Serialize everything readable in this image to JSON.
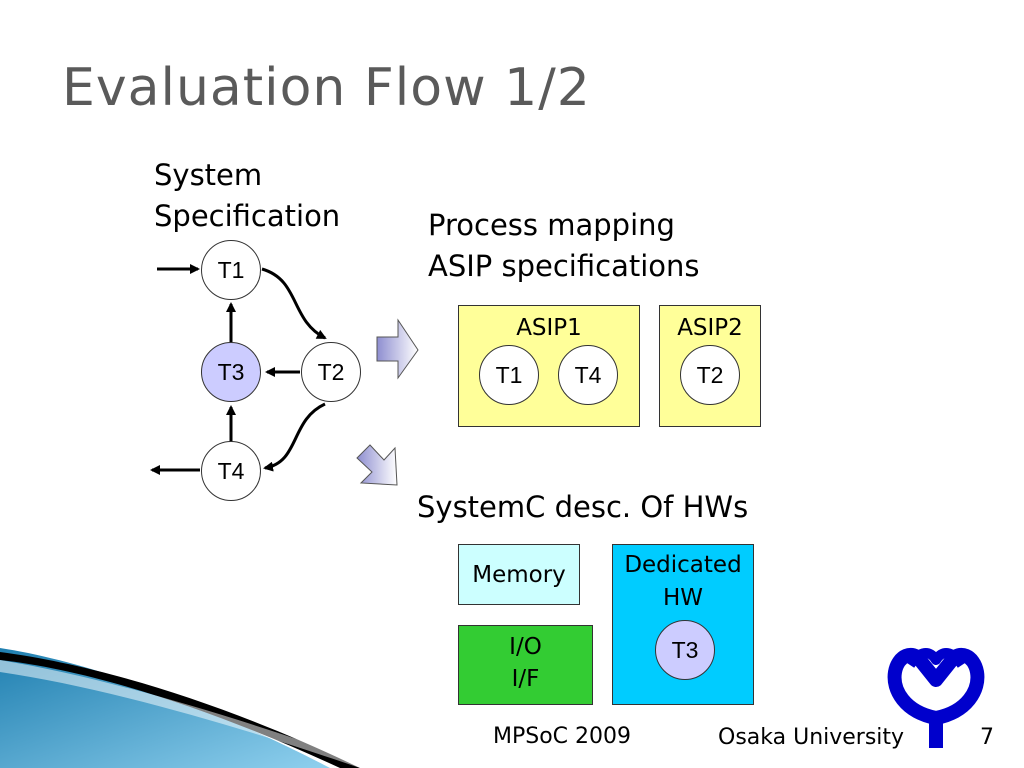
{
  "slide": {
    "title": "Evaluation Flow 1/2",
    "footer_left": "MPSoC 2009",
    "footer_right": "Osaka University",
    "page_number": "7"
  },
  "task_graph": {
    "label_line1": "System",
    "label_line2": "Specification",
    "nodes": {
      "t1": "T1",
      "t2": "T2",
      "t3": "T3",
      "t4": "T4"
    }
  },
  "mapping": {
    "label_line1": "Process mapping",
    "label_line2": "ASIP specifications",
    "asip1": {
      "label": "ASIP1",
      "task_a": "T1",
      "task_b": "T4"
    },
    "asip2": {
      "label": "ASIP2",
      "task": "T2"
    }
  },
  "hardware": {
    "label": "SystemC desc. Of HWs",
    "memory": "Memory",
    "io_line1": "I/O",
    "io_line2": "I/F",
    "dedicated_line1": "Dedicated",
    "dedicated_line2": "HW",
    "dedicated_task": "T3"
  },
  "colors": {
    "title": "#5a5a5a",
    "asip_fill": "#ffff99",
    "memory_fill": "#ccffff",
    "io_fill": "#33cc33",
    "dedicated_fill": "#00ccff",
    "highlight_node": "#ccccff",
    "logo": "#0000cc"
  }
}
